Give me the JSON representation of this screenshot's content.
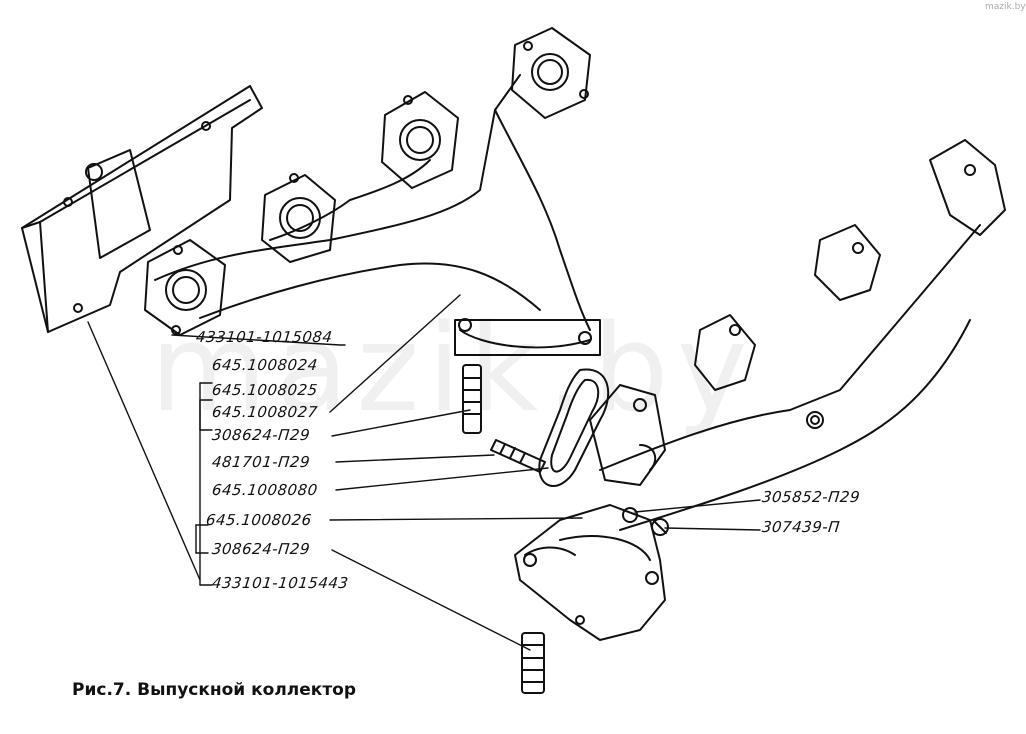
{
  "labels": [
    "433101-1015084",
    "645.1008024",
    "645.1008025",
    "645.1008027",
    "308624-П29",
    "481701-П29",
    "645.1008080",
    "645.1008026",
    "308624-П29",
    "433101-1015443",
    "305852-П29",
    "307439-П"
  ],
  "caption": "Рис.7. Выпускной коллектор",
  "watermark": "mazik.by",
  "site_text": "mazik.by"
}
